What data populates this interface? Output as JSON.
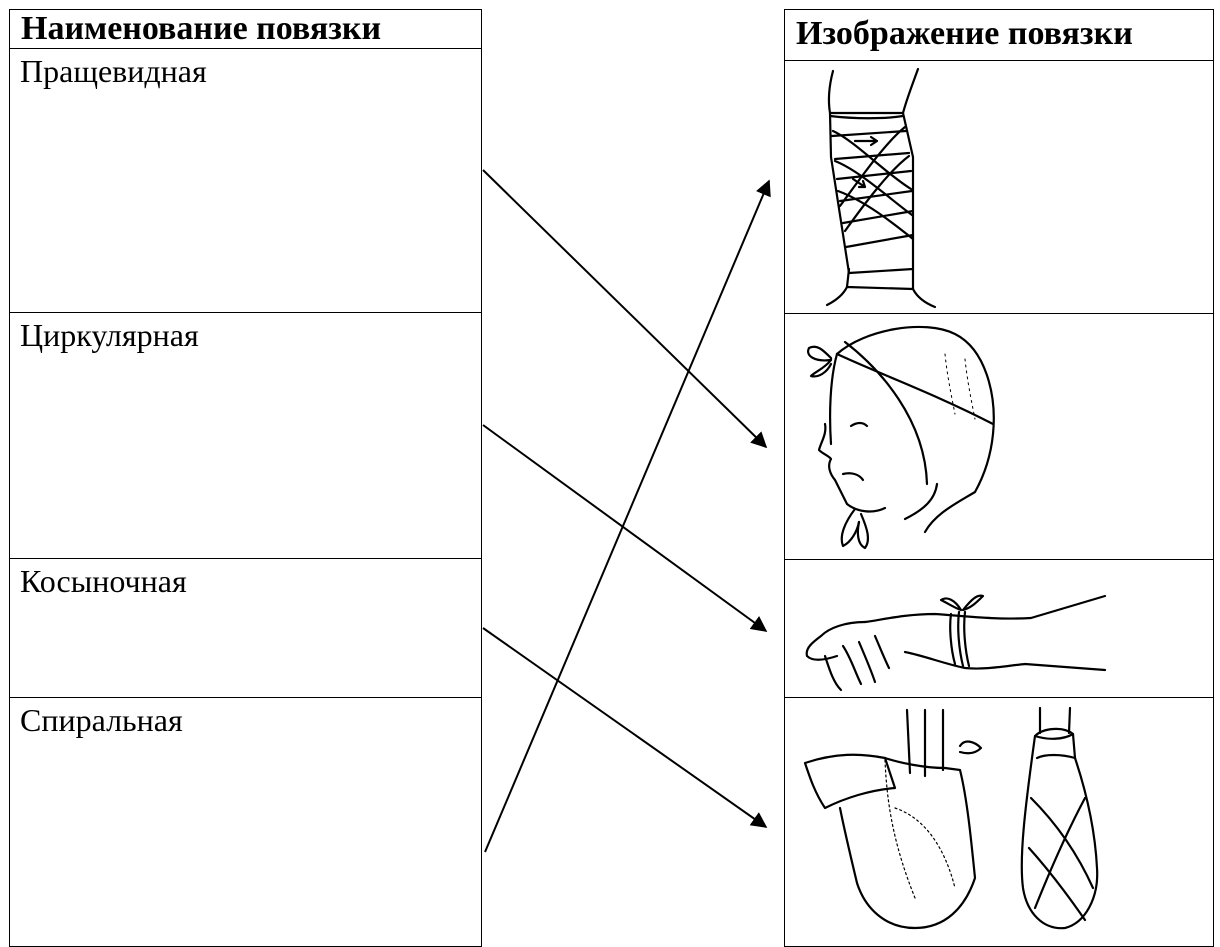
{
  "table": {
    "left_header": "Наименование повязки",
    "right_header": "Изображение повязки",
    "names": [
      {
        "label": "Пращевидная"
      },
      {
        "label": "Циркулярная"
      },
      {
        "label": "Косыночная"
      },
      {
        "label": "Спиральная"
      }
    ],
    "images": [
      {
        "icon": "spiral-bandage-forearm-icon"
      },
      {
        "icon": "sling-bandage-head-icon"
      },
      {
        "icon": "circular-bandage-wrist-icon"
      },
      {
        "icon": "kerchief-bandage-foot-icon"
      }
    ]
  },
  "connections": [
    {
      "from": "Пращевидная",
      "to_image": 2
    },
    {
      "from": "Циркулярная",
      "to_image": 3
    },
    {
      "from": "Косыночная",
      "to_image": 4
    },
    {
      "from": "Спиральная",
      "to_image": 1
    }
  ],
  "colors": {
    "line": "#000000",
    "background": "#ffffff"
  }
}
